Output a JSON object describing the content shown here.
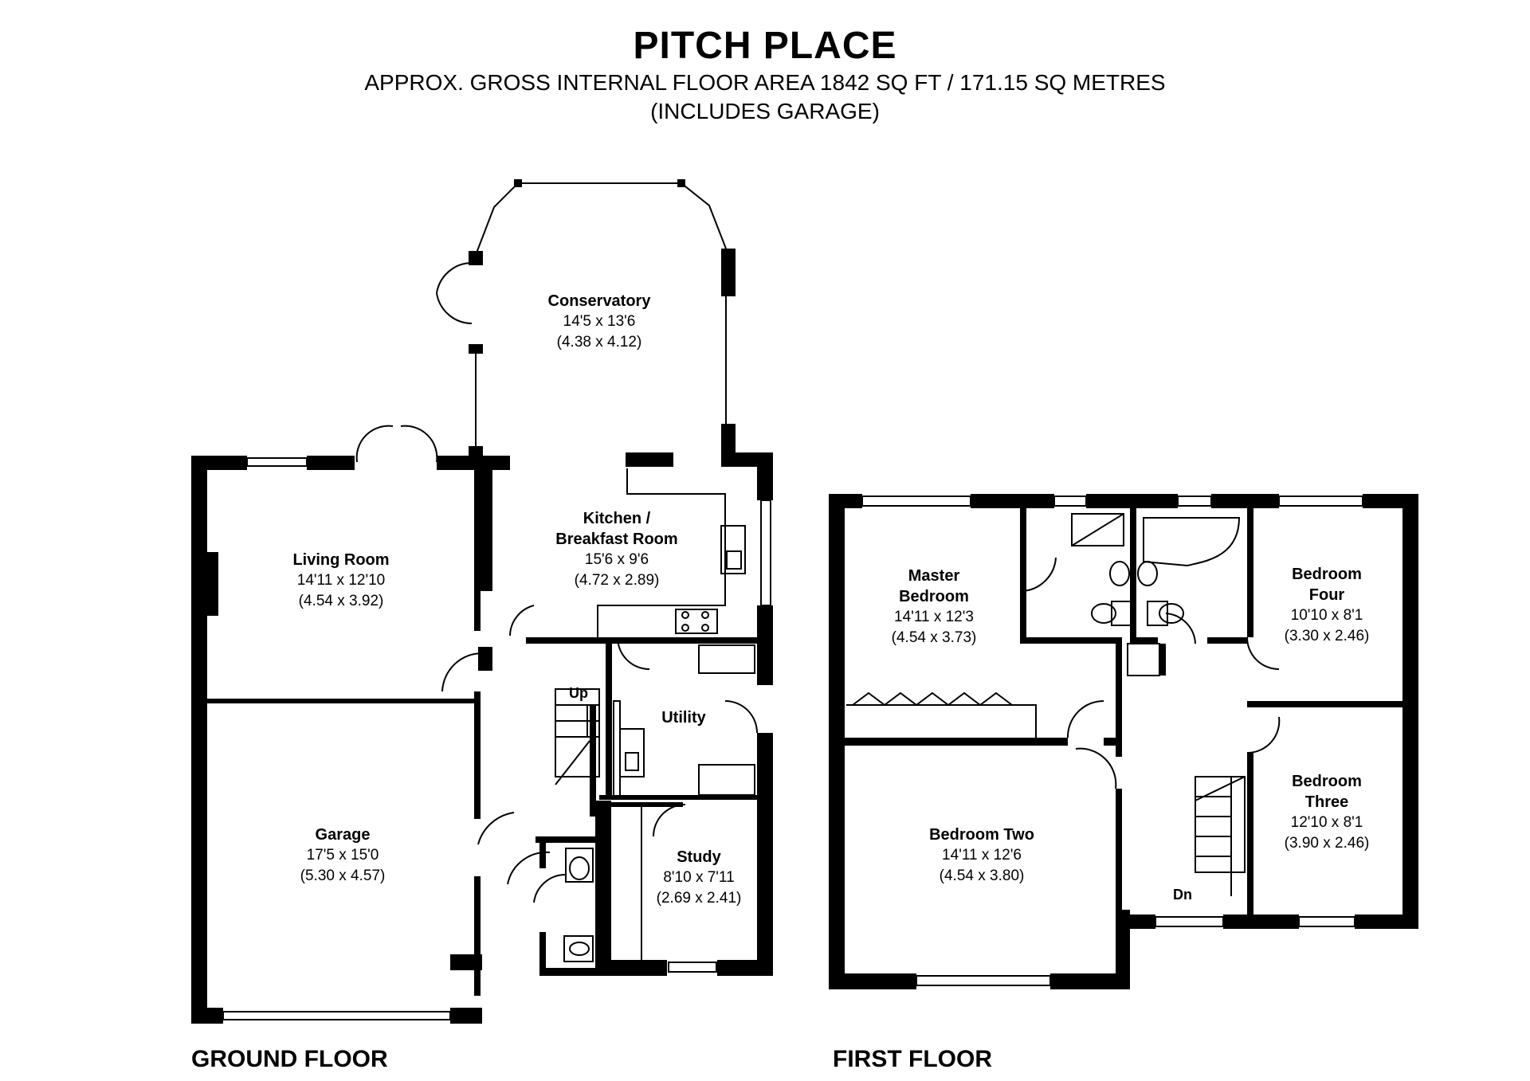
{
  "header": {
    "title": "PITCH PLACE",
    "subtitle": "APPROX. GROSS INTERNAL FLOOR AREA 1842 SQ FT / 171.15 SQ METRES",
    "note": "(INCLUDES GARAGE)"
  },
  "floors": {
    "ground_label": "GROUND FLOOR",
    "first_label": "FIRST FLOOR"
  },
  "rooms": {
    "conservatory": {
      "name": "Conservatory",
      "imperial": "14'5 x 13'6",
      "metric": "(4.38 x 4.12)"
    },
    "living": {
      "name": "Living Room",
      "imperial": "14'11 x 12'10",
      "metric": "(4.54 x 3.92)"
    },
    "kitchen": {
      "name1": "Kitchen /",
      "name2": "Breakfast Room",
      "imperial": "15'6 x 9'6",
      "metric": "(4.72 x 2.89)"
    },
    "utility": {
      "name": "Utility"
    },
    "garage": {
      "name": "Garage",
      "imperial": "17'5 x 15'0",
      "metric": "(5.30 x 4.57)"
    },
    "study": {
      "name": "Study",
      "imperial": "8'10 x 7'11",
      "metric": "(2.69 x 2.41)"
    },
    "master": {
      "name1": "Master",
      "name2": "Bedroom",
      "imperial": "14'11 x 12'3",
      "metric": "(4.54 x 3.73)"
    },
    "bed4": {
      "name1": "Bedroom",
      "name2": "Four",
      "imperial": "10'10 x 8'1",
      "metric": "(3.30 x 2.46)"
    },
    "bed3": {
      "name1": "Bedroom",
      "name2": "Three",
      "imperial": "12'10 x 8'1",
      "metric": "(3.90 x 2.46)"
    },
    "bed2": {
      "name": "Bedroom Two",
      "imperial": "14'11 x 12'6",
      "metric": "(4.54 x 3.80)"
    }
  },
  "stairs": {
    "up": "Up",
    "down": "Dn"
  }
}
